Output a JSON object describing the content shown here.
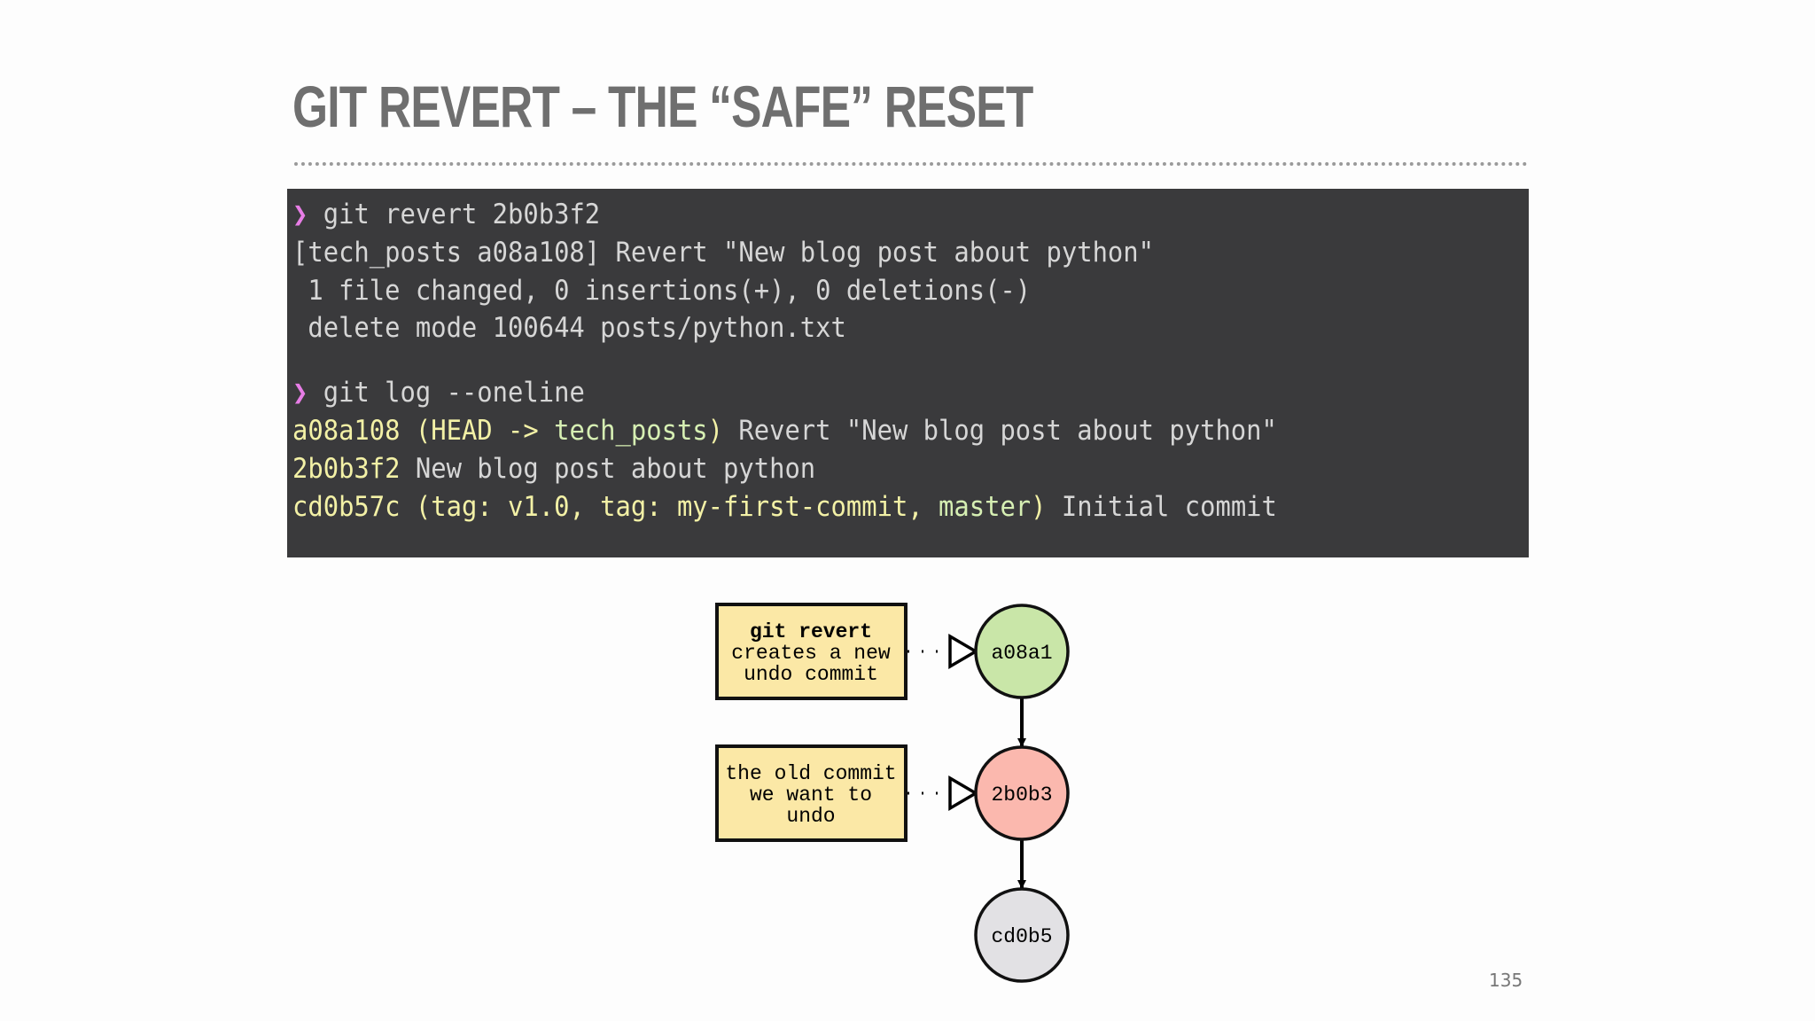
{
  "slide": {
    "title": "GIT REVERT – THE “SAFE” RESET",
    "page_number": "135"
  },
  "terminal": {
    "prompt_icon": "❯",
    "cmd1": "git revert 2b0b3f2",
    "out1": "[tech_posts a08a108] Revert \"New blog post about python\"",
    "out2": " 1 file changed, 0 insertions(+), 0 deletions(-)",
    "out3": " delete mode 100644 posts/python.txt",
    "cmd2": "git log --oneline",
    "log": [
      {
        "hash": "a08a108",
        "refs_open": " (HEAD -> ",
        "ref": "tech_posts",
        "refs_close": ")",
        "msg": " Revert \"New blog post about python\""
      },
      {
        "hash": "2b0b3f2",
        "msg": " New blog post about python"
      },
      {
        "hash": "cd0b57c",
        "refs_open": " (tag: v1.0, tag: my-first-commit, ",
        "ref": "master",
        "refs_close": ")",
        "msg": " Initial commit"
      }
    ],
    "colors": {
      "background": "#3a3a3c",
      "text": "#d6d6d6",
      "prompt": "#e77de6",
      "hash": "#f3f1a6",
      "ref": "#d6efb3"
    }
  },
  "diagram": {
    "notes": [
      {
        "bold": "git revert",
        "lines": [
          "creates a new",
          "undo commit"
        ]
      },
      {
        "lines": [
          "the old commit",
          "we want to",
          "undo"
        ]
      }
    ],
    "commits": [
      {
        "label": "a08a1",
        "color": "#c9e6a8"
      },
      {
        "label": "2b0b3",
        "color": "#fbb8ae"
      },
      {
        "label": "cd0b5",
        "color": "#e2e1e4"
      }
    ],
    "note_color": "#fbe8a6"
  }
}
